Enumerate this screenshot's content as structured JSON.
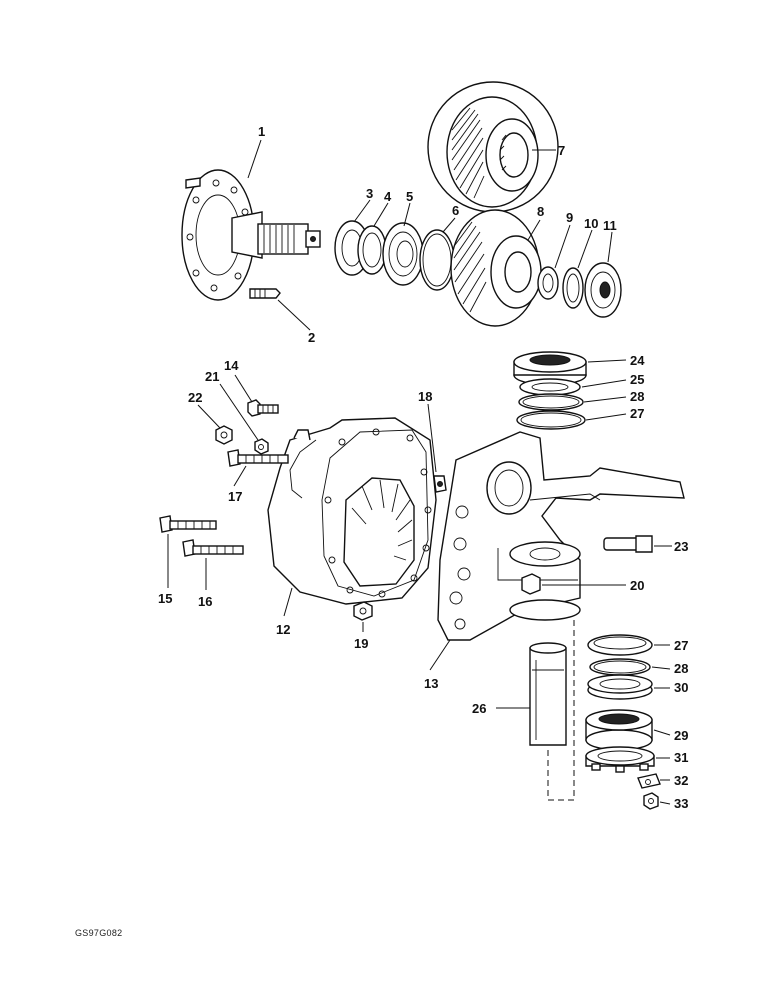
{
  "figure_id": "GS97G082",
  "callouts": [
    "1",
    "2",
    "3",
    "4",
    "5",
    "6",
    "7",
    "8",
    "9",
    "10",
    "11",
    "12",
    "13",
    "14",
    "15",
    "16",
    "17",
    "18",
    "19",
    "20",
    "21",
    "22",
    "23",
    "24",
    "25",
    "26",
    "27",
    "28",
    "29",
    "30",
    "31",
    "32",
    "33"
  ],
  "callout_27_lower": "27",
  "callout_28_lower": "28"
}
